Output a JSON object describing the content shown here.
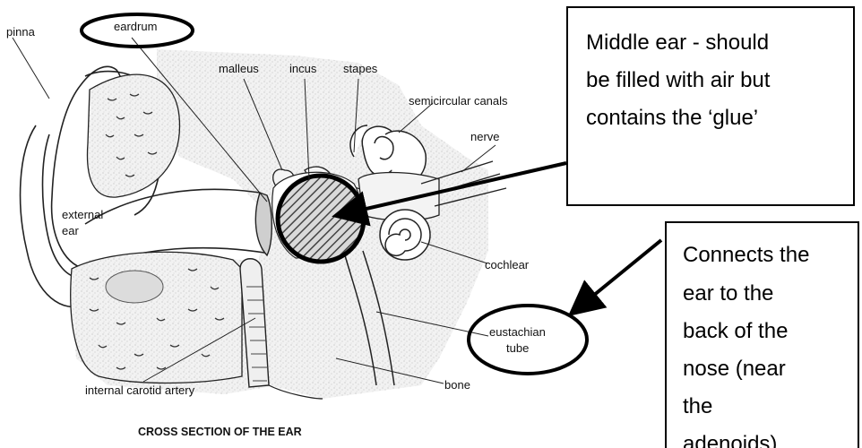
{
  "diagram": {
    "labels": {
      "pinna": "pinna",
      "eardrum": "eardrum",
      "malleus": "malleus",
      "incus": "incus",
      "stapes": "stapes",
      "semicircular_canals": "semicircular canals",
      "nerve": "nerve",
      "external_ear_line1": "external",
      "external_ear_line2": "ear",
      "cochlear": "cochlear",
      "eustachian_line1": "eustachian",
      "eustachian_line2": "tube",
      "bone": "bone",
      "internal_carotid_artery": "internal carotid artery"
    },
    "caption": "CROSS SECTION OF THE EAR"
  },
  "callouts": {
    "middle_ear": {
      "lines": [
        "Middle ear - should",
        "be filled with air but",
        "contains the ‘glue’"
      ]
    },
    "eustachian": {
      "lines": [
        "Connects the",
        "ear to the",
        "back of the",
        "nose (near",
        "the",
        "adenoids)"
      ]
    }
  }
}
